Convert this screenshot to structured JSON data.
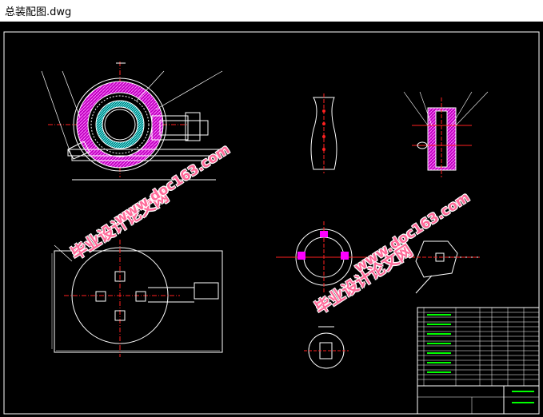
{
  "window": {
    "title": "总装配图.dwg"
  },
  "drawing": {
    "background": "#000000",
    "colors": {
      "line": "#ffffff",
      "center": "#ff2020",
      "magenta": "#ff00ff",
      "cyan": "#00e5e5",
      "frame": "#ffffff",
      "table": "#00ff00"
    }
  },
  "watermarks": [
    {
      "cn": "毕业设计论文网",
      "url": "www.doc163.com"
    },
    {
      "cn": "毕业设计论文网",
      "url": "www.doc163.com"
    }
  ]
}
